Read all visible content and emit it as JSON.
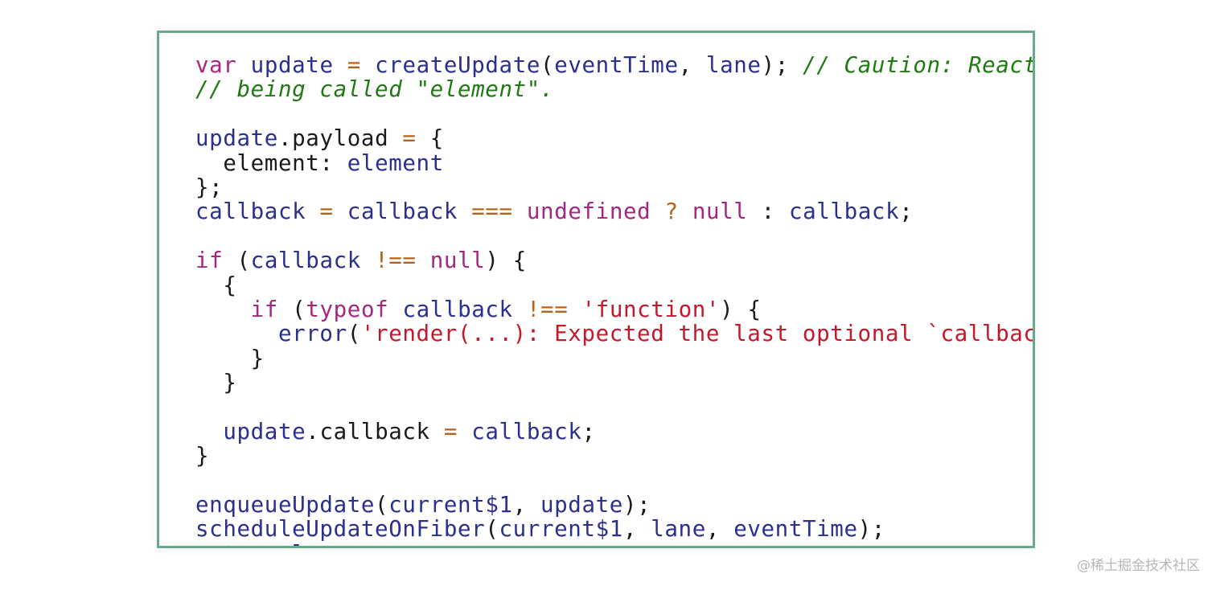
{
  "colors": {
    "panel_border": "#6aa88c",
    "keyword": "#a5277f",
    "identifier": "#2b2f8e",
    "operator": "#b4641a",
    "comment": "#1f7a12",
    "string": "#c4182b",
    "plain": "#1a1a1a",
    "watermark": "#b6b6b6"
  },
  "code_lines": [
    [
      {
        "t": "var",
        "c": "kw"
      },
      {
        "t": " "
      },
      {
        "t": "update",
        "c": "var"
      },
      {
        "t": " "
      },
      {
        "t": "=",
        "c": "op"
      },
      {
        "t": " "
      },
      {
        "t": "createUpdate",
        "c": "fn"
      },
      {
        "t": "(",
        "c": "pun"
      },
      {
        "t": "eventTime",
        "c": "var"
      },
      {
        "t": ", ",
        "c": "pun"
      },
      {
        "t": "lane",
        "c": "var"
      },
      {
        "t": ");",
        "c": "pun"
      },
      {
        "t": " "
      },
      {
        "t": "// Caution: React DevTools currently depends on this property",
        "c": "cmt"
      }
    ],
    [
      {
        "t": "// being called \"element\".",
        "c": "cmt"
      }
    ],
    [],
    [
      {
        "t": "update",
        "c": "var"
      },
      {
        "t": ".",
        "c": "pun"
      },
      {
        "t": "payload",
        "c": "prop"
      },
      {
        "t": " "
      },
      {
        "t": "=",
        "c": "op"
      },
      {
        "t": " "
      },
      {
        "t": "{",
        "c": "pun"
      }
    ],
    [
      {
        "t": "  "
      },
      {
        "t": "element",
        "c": "prop"
      },
      {
        "t": ": ",
        "c": "pun"
      },
      {
        "t": "element",
        "c": "var"
      }
    ],
    [
      {
        "t": "};",
        "c": "pun"
      }
    ],
    [
      {
        "t": "callback",
        "c": "var"
      },
      {
        "t": " "
      },
      {
        "t": "=",
        "c": "op"
      },
      {
        "t": " "
      },
      {
        "t": "callback",
        "c": "var"
      },
      {
        "t": " "
      },
      {
        "t": "===",
        "c": "op"
      },
      {
        "t": " "
      },
      {
        "t": "undefined",
        "c": "kw"
      },
      {
        "t": " "
      },
      {
        "t": "?",
        "c": "op"
      },
      {
        "t": " "
      },
      {
        "t": "null",
        "c": "kw"
      },
      {
        "t": " "
      },
      {
        "t": ":",
        "c": "pun"
      },
      {
        "t": " "
      },
      {
        "t": "callback",
        "c": "var"
      },
      {
        "t": ";",
        "c": "pun"
      }
    ],
    [],
    [
      {
        "t": "if",
        "c": "kw"
      },
      {
        "t": " "
      },
      {
        "t": "(",
        "c": "pun"
      },
      {
        "t": "callback",
        "c": "var"
      },
      {
        "t": " "
      },
      {
        "t": "!==",
        "c": "op"
      },
      {
        "t": " "
      },
      {
        "t": "null",
        "c": "kw"
      },
      {
        "t": ")",
        "c": "pun"
      },
      {
        "t": " "
      },
      {
        "t": "{",
        "c": "pun"
      }
    ],
    [
      {
        "t": "  "
      },
      {
        "t": "{",
        "c": "pun"
      }
    ],
    [
      {
        "t": "    "
      },
      {
        "t": "if",
        "c": "kw"
      },
      {
        "t": " "
      },
      {
        "t": "(",
        "c": "pun"
      },
      {
        "t": "typeof",
        "c": "kw"
      },
      {
        "t": " "
      },
      {
        "t": "callback",
        "c": "var"
      },
      {
        "t": " "
      },
      {
        "t": "!==",
        "c": "op"
      },
      {
        "t": " "
      },
      {
        "t": "'function'",
        "c": "str"
      },
      {
        "t": ")",
        "c": "pun"
      },
      {
        "t": " "
      },
      {
        "t": "{",
        "c": "pun"
      }
    ],
    [
      {
        "t": "      "
      },
      {
        "t": "error",
        "c": "fn"
      },
      {
        "t": "(",
        "c": "pun"
      },
      {
        "t": "'render(...): Expected the last optional `callback` argument to be a function. '",
        "c": "str"
      }
    ],
    [
      {
        "t": "    "
      },
      {
        "t": "}",
        "c": "pun"
      }
    ],
    [
      {
        "t": "  "
      },
      {
        "t": "}",
        "c": "pun"
      }
    ],
    [],
    [
      {
        "t": "  "
      },
      {
        "t": "update",
        "c": "var"
      },
      {
        "t": ".",
        "c": "pun"
      },
      {
        "t": "callback",
        "c": "prop"
      },
      {
        "t": " "
      },
      {
        "t": "=",
        "c": "op"
      },
      {
        "t": " "
      },
      {
        "t": "callback",
        "c": "var"
      },
      {
        "t": ";",
        "c": "pun"
      }
    ],
    [
      {
        "t": "}",
        "c": "pun"
      }
    ],
    [],
    [
      {
        "t": "enqueueUpdate",
        "c": "fn"
      },
      {
        "t": "(",
        "c": "pun"
      },
      {
        "t": "current$1",
        "c": "var"
      },
      {
        "t": ", ",
        "c": "pun"
      },
      {
        "t": "update",
        "c": "var"
      },
      {
        "t": ");",
        "c": "pun"
      }
    ],
    [
      {
        "t": "scheduleUpdateOnFiber",
        "c": "fn"
      },
      {
        "t": "(",
        "c": "pun"
      },
      {
        "t": "current$1",
        "c": "var"
      },
      {
        "t": ", ",
        "c": "pun"
      },
      {
        "t": "lane",
        "c": "var"
      },
      {
        "t": ", ",
        "c": "pun"
      },
      {
        "t": "eventTime",
        "c": "var"
      },
      {
        "t": ");",
        "c": "pun"
      }
    ],
    [
      {
        "t": "return",
        "c": "kw"
      },
      {
        "t": " "
      },
      {
        "t": "lane",
        "c": "var"
      },
      {
        "t": ";",
        "c": "pun"
      }
    ]
  ],
  "watermark": "@稀土掘金技术社区"
}
